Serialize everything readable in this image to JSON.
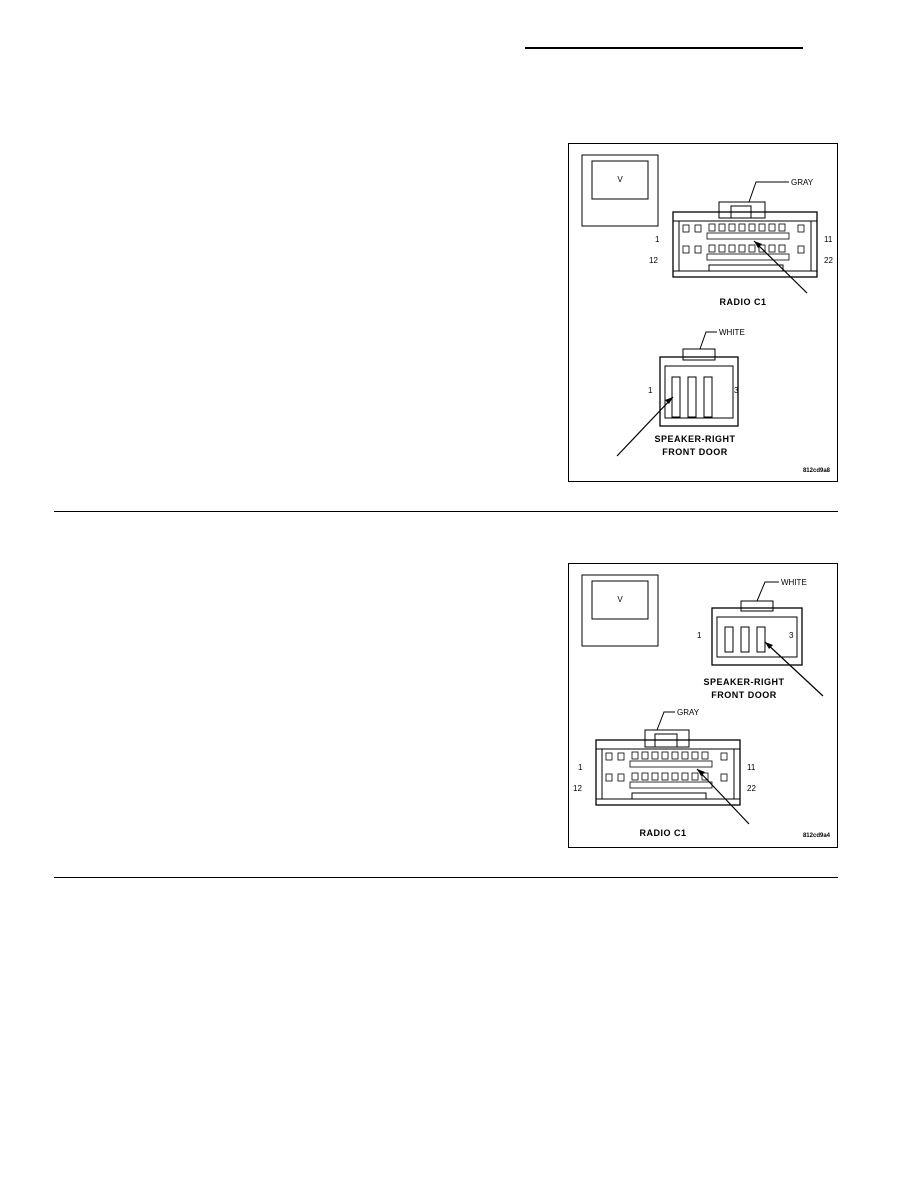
{
  "figure_1": {
    "meter_letter": "V",
    "connector_top": {
      "color_label": "GRAY",
      "pin_left_top": "1",
      "pin_left_bottom": "12",
      "pin_right_top": "11",
      "pin_right_bottom": "22",
      "name": "RADIO C1"
    },
    "connector_bottom": {
      "color_label": "WHITE",
      "pin_left": "1",
      "pin_right": "3",
      "name_line1": "SPEAKER-RIGHT",
      "name_line2": "FRONT DOOR"
    },
    "image_code": "812cd9a8"
  },
  "figure_2": {
    "meter_letter": "V",
    "connector_top": {
      "color_label": "WHITE",
      "pin_left": "1",
      "pin_right": "3",
      "name_line1": "SPEAKER-RIGHT",
      "name_line2": "FRONT DOOR"
    },
    "connector_bottom": {
      "color_label": "GRAY",
      "pin_left_top": "1",
      "pin_left_bottom": "12",
      "pin_right_top": "11",
      "pin_right_bottom": "22",
      "name": "RADIO C1"
    },
    "image_code": "812cd9a4"
  }
}
